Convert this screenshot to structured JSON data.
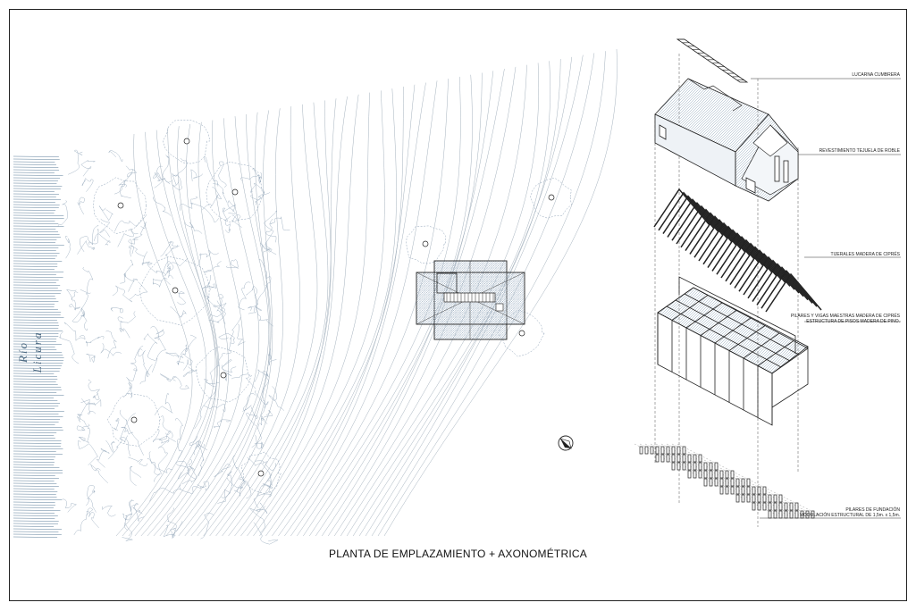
{
  "sheet": {
    "title": "PLANTA DE EMPLAZAMIENTO + AXONOMÉTRICA",
    "river_label": "Río Licura"
  },
  "axonometric": {
    "labels": [
      {
        "id": "ridge-skylight",
        "text": "LUCARNA CUMBRERA"
      },
      {
        "id": "shingle-cladding",
        "text": "REVESTIMIENTO TEJUELA DE ROBLE"
      },
      {
        "id": "cypress-rafters",
        "text": "TIJERALES MADERA DE CIPRÉS"
      },
      {
        "id": "pillars-beams",
        "lines": [
          "PILARES Y VIGAS MAESTRAS MADERA DE CIPRÉS",
          "ESTRUCTURA DE PISOS MADERA DE PINO."
        ]
      },
      {
        "id": "foundation",
        "lines": [
          "PILARES DE FUNDACIÓN",
          "MODULACIÓN ESTRUCTURAL DE 1,5m. x 1,5m."
        ]
      }
    ]
  },
  "colors": {
    "contour": "#9aa8b6",
    "vegetation": "#8fa3b8",
    "river": "#5b7d99",
    "ink": "#222222",
    "hatch": "#7d97b0"
  }
}
